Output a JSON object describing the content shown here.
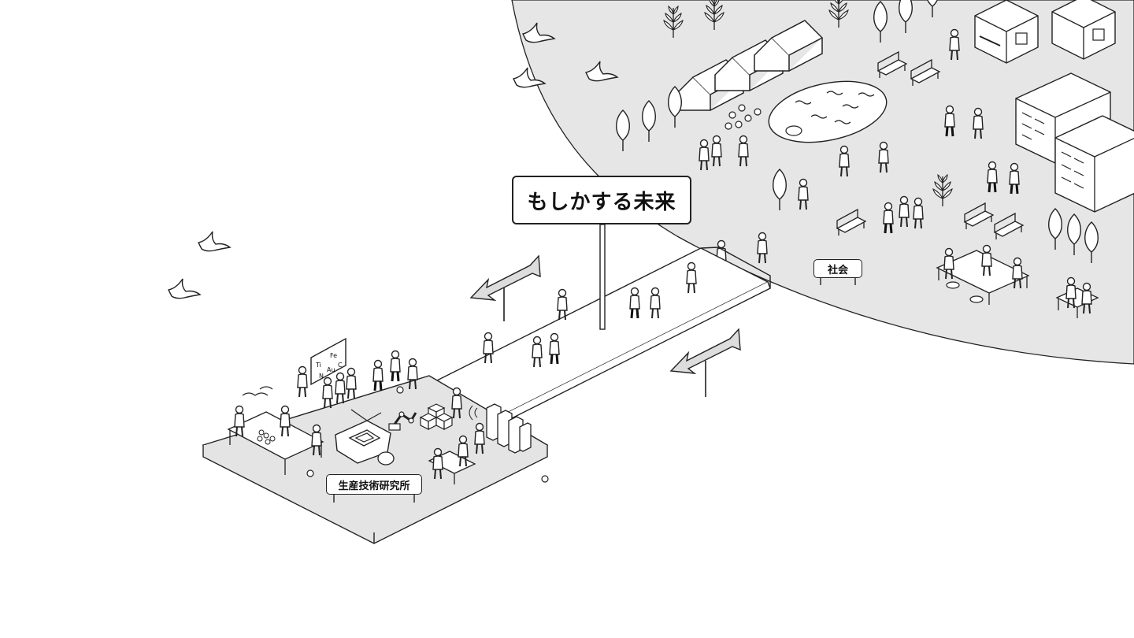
{
  "signs": {
    "main": "もしかする未来",
    "lab": "生産技術研究所",
    "society": "社会"
  },
  "blackboard": {
    "elements": [
      "Ti",
      "Fe",
      "N",
      "Au",
      "C"
    ]
  },
  "colors": {
    "society_fill": "#e6e6e6",
    "platform_fill": "#e4e4e4",
    "stroke": "#222222",
    "background": "#ffffff"
  }
}
